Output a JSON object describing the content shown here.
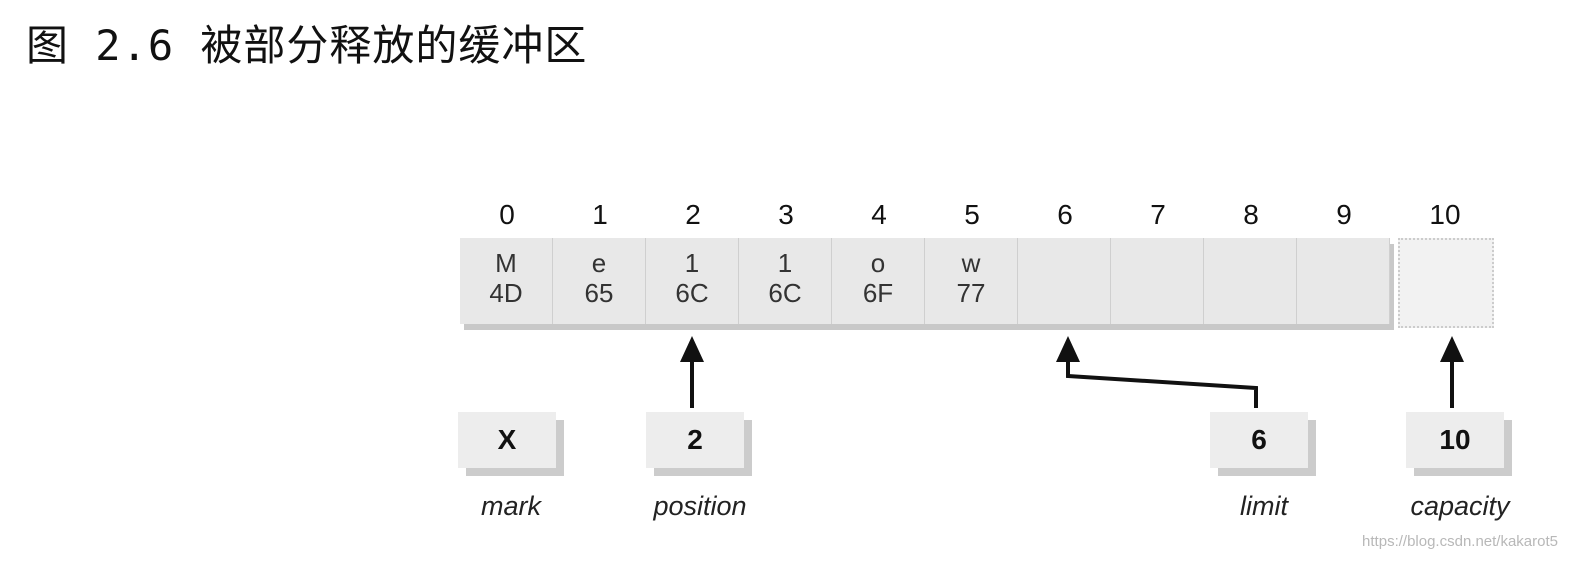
{
  "title": "图 2.6 被部分释放的缓冲区",
  "indices": [
    "0",
    "1",
    "2",
    "3",
    "4",
    "5",
    "6",
    "7",
    "8",
    "9",
    "10"
  ],
  "cells": [
    {
      "char": "M",
      "hex": "4D"
    },
    {
      "char": "e",
      "hex": "65"
    },
    {
      "char": "1",
      "hex": "6C"
    },
    {
      "char": "1",
      "hex": "6C"
    },
    {
      "char": "o",
      "hex": "6F"
    },
    {
      "char": "w",
      "hex": "77"
    },
    {
      "char": "",
      "hex": ""
    },
    {
      "char": "",
      "hex": ""
    },
    {
      "char": "",
      "hex": ""
    },
    {
      "char": "",
      "hex": ""
    },
    {
      "char": "",
      "hex": ""
    }
  ],
  "markers": {
    "mark": {
      "value": "X",
      "label": "mark"
    },
    "position": {
      "value": "2",
      "label": "position"
    },
    "limit": {
      "value": "6",
      "label": "limit"
    },
    "capacity": {
      "value": "10",
      "label": "capacity"
    }
  },
  "watermark": "https://blog.csdn.net/kakarot5",
  "colors": {
    "cell": "#e8e8e8",
    "cell_shadow": "#c8c8c8",
    "arrow": "#111111",
    "text": "#111111"
  }
}
